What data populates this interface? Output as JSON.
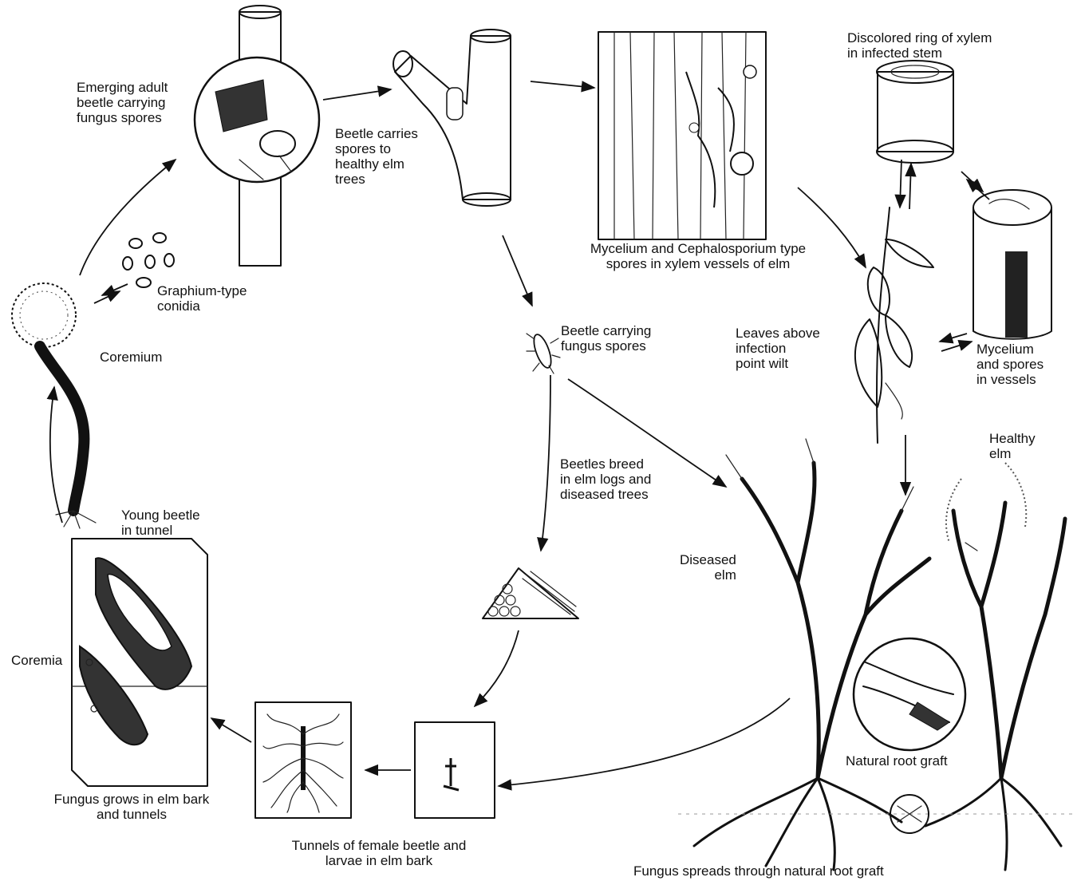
{
  "labels": {
    "emerging_beetle": "Emerging adult\nbeetle carrying\nfungus spores",
    "beetle_carries": "Beetle carries\nspores to\nhealthy elm\ntrees",
    "mycelium_xylem": "Mycelium and Cephalosporium type\nspores in xylem vessels of elm",
    "discolored_ring": "Discolored ring of xylem\nin infected stem",
    "graphium": "Graphium-type\nconidia",
    "coremium": "Coremium",
    "beetle_carrying": "Beetle carrying\nfungus spores",
    "leaves_wilt": "Leaves above\ninfection\npoint wilt",
    "mycelium_vessels": "Mycelium\nand spores\nin vessels",
    "beetles_breed": "Beetles breed\nin elm logs and\ndiseased trees",
    "healthy_elm": "Healthy\nelm",
    "young_beetle": "Young beetle\nin tunnel",
    "diseased_elm": "Diseased\nelm",
    "coremia": "Coremia",
    "natural_root_graft": "Natural root graft",
    "fungus_grows": "Fungus grows in elm bark\nand tunnels",
    "tunnels_female": "Tunnels of female beetle and\nlarvae in elm bark",
    "fungus_spreads": "Fungus spreads through natural root graft"
  }
}
